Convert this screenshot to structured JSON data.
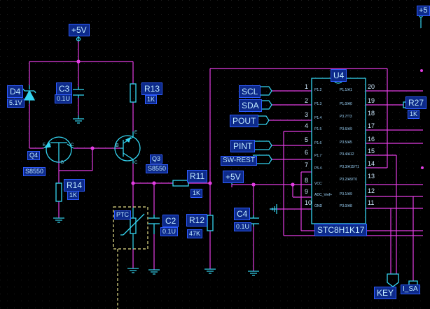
{
  "supply": {
    "top": "+5V",
    "mid": "+5V",
    "corner": "+5"
  },
  "components": {
    "d4": {
      "ref": "D4",
      "value": "5.1V"
    },
    "c3": {
      "ref": "C3",
      "value": "0.1U"
    },
    "r13": {
      "ref": "R13",
      "value": "1K"
    },
    "q4": {
      "ref": "Q4",
      "value": "S8550",
      "pins": [
        "E",
        "C",
        "B"
      ]
    },
    "q3": {
      "ref": "Q3",
      "value": "S8550",
      "pins": [
        "B",
        "E",
        "C"
      ]
    },
    "r14": {
      "ref": "R14",
      "value": "1K"
    },
    "r11": {
      "ref": "R11",
      "value": "1K"
    },
    "r12": {
      "ref": "R12",
      "value": "47K"
    },
    "c2": {
      "ref": "C2",
      "value": "0.1U"
    },
    "c4": {
      "ref": "C4",
      "value": "0.1U"
    },
    "ptc": {
      "ref": "PTC"
    },
    "r27": {
      "ref": "R27",
      "value": "1K"
    },
    "u4": {
      "ref": "U4",
      "part": "STC8H1K17"
    }
  },
  "ports": {
    "scl": "SCL",
    "sda": "SDA",
    "pout": "POUT",
    "pint": "PINT",
    "swrest": "SW-REST",
    "key": "KEY",
    "sa": "I_SA"
  },
  "u4_left_pins": [
    {
      "num": "1",
      "name": "P1.2"
    },
    {
      "num": "2",
      "name": "P1.3"
    },
    {
      "num": "3",
      "name": "P1.4"
    },
    {
      "num": "4",
      "name": "P1.5"
    },
    {
      "num": "5",
      "name": "P1.6"
    },
    {
      "num": "6",
      "name": "P1.7"
    },
    {
      "num": "7",
      "name": "P5.4"
    },
    {
      "num": "8",
      "name": "VCC"
    },
    {
      "num": "9",
      "name": "ADC_Vref+"
    },
    {
      "num": "10",
      "name": "GND"
    }
  ],
  "u4_right_pins": [
    {
      "num": "20",
      "name": "P1.1/A1"
    },
    {
      "num": "19",
      "name": "P1.0/A0"
    },
    {
      "num": "18",
      "name": "P3.7/T3"
    },
    {
      "num": "17",
      "name": "P3.6/A9"
    },
    {
      "num": "16",
      "name": "P3.5/A5"
    },
    {
      "num": "15",
      "name": "P3.4/A12"
    },
    {
      "num": "14",
      "name": "P3.3/A15/T1"
    },
    {
      "num": "13",
      "name": "P3.2/A9/T0"
    },
    {
      "num": "12",
      "name": "P3.1/A9"
    },
    {
      "num": "11",
      "name": "P3.0/A8"
    }
  ],
  "colors": {
    "background": "#000000",
    "wire": "#e23de2",
    "component": "#34d4f0",
    "label_bg": "#0d2a8a",
    "ptc_box": "#e6e08a"
  }
}
